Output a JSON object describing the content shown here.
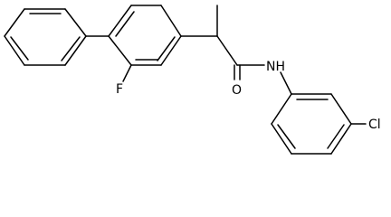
{
  "molecule": {
    "atoms": {
      "fluorine": "F",
      "amide_nh": "NH",
      "amide_o": "O",
      "chlorine": "Cl"
    }
  }
}
